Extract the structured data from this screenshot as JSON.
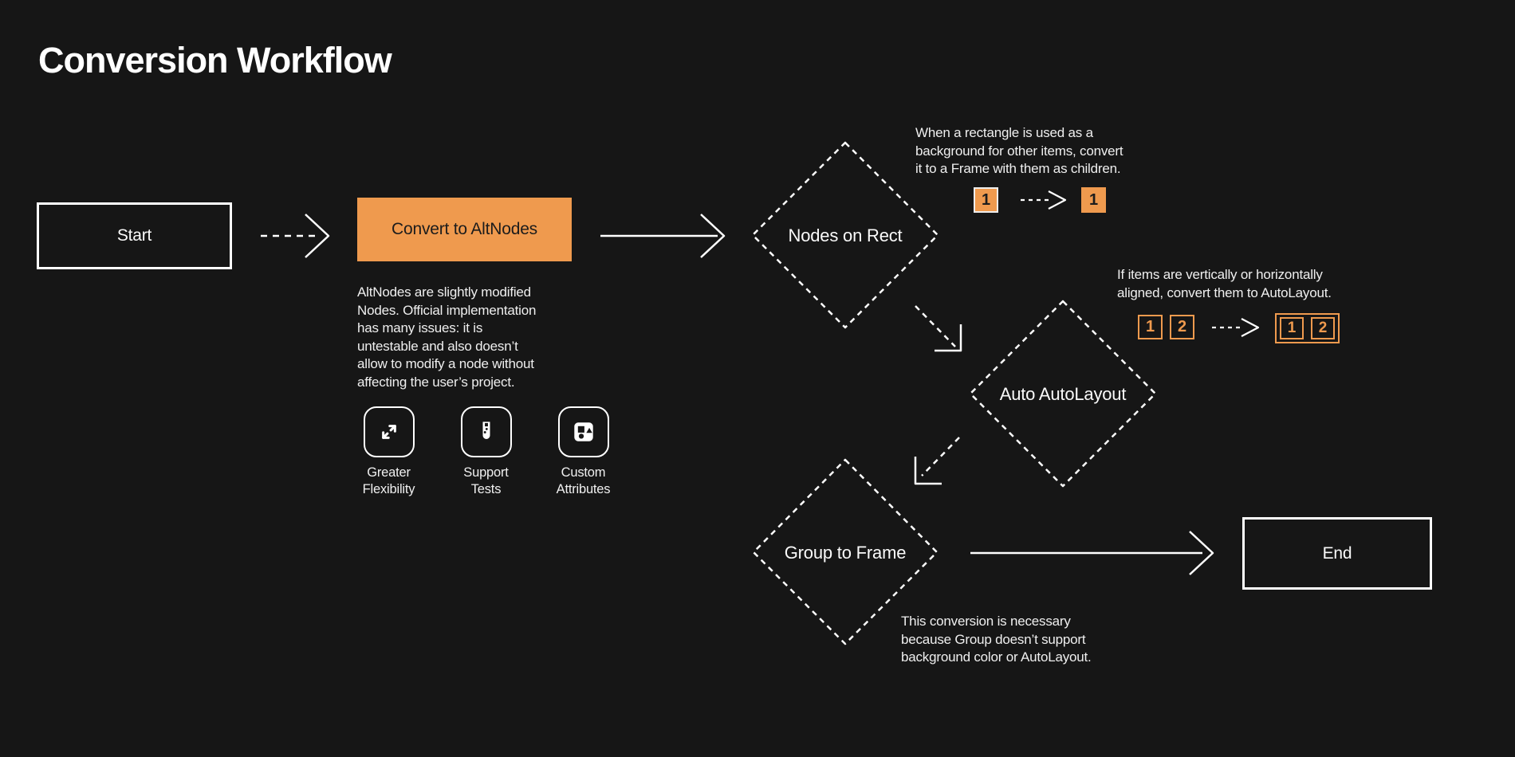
{
  "colors": {
    "background": "#161616",
    "accent_orange": "#EF9A4E",
    "line_white": "#FFFFFF",
    "text_light": "#F2F2F2",
    "text_dark": "#1C1C1C"
  },
  "title": "Conversion Workflow",
  "flow": {
    "start_label": "Start",
    "convert_label": "Convert to AltNodes",
    "convert_description": "AltNodes are slightly modified\nNodes. Official implementation\nhas many issues: it is\nuntestable and also doesn’t\nallow to modify a node without\naffecting the user’s project.",
    "features": [
      {
        "icon": "expand-diagonal-icon",
        "label": "Greater\nFlexibility"
      },
      {
        "icon": "test-tube-icon",
        "label": "Support\nTests"
      },
      {
        "icon": "shapes-icon",
        "label": "Custom\nAttributes"
      }
    ],
    "nodes_on_rect_label": "Nodes on Rect",
    "auto_autolayout_label": "Auto AutoLayout",
    "group_to_frame_label": "Group to Frame",
    "end_label": "End"
  },
  "annotations": {
    "nodes_on_rect": "When a rectangle is used as a\nbackground for other items, convert\nit to a Frame with them as children.",
    "auto_autolayout": "If items are vertically or horizontally\naligned, convert them to AutoLayout.",
    "group_to_frame": "This conversion is necessary\nbecause Group doesn’t support\nbackground color or AutoLayout."
  },
  "mini_diagrams": {
    "rect_to_frame": {
      "before_label": "1",
      "after_label": "1"
    },
    "auto_layout": {
      "before": [
        "1",
        "2"
      ],
      "after": [
        "1",
        "2"
      ]
    }
  }
}
